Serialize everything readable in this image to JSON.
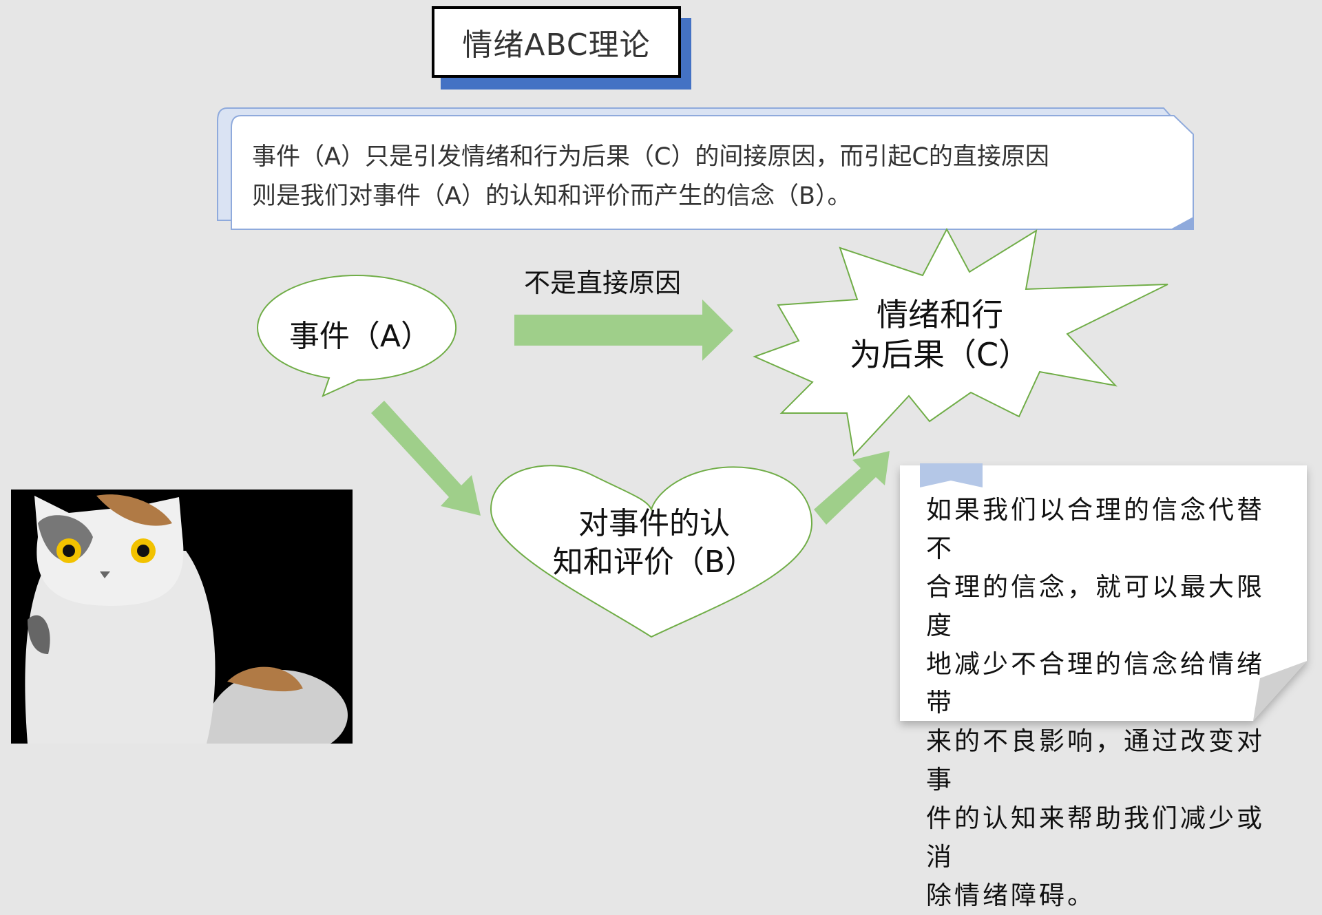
{
  "title": "情绪ABC理论",
  "callout": {
    "lines": [
      "事件（A）只是引发情绪和行为后果（C）的间接原因，而引起C的直接原因",
      "则是我们对事件（A）的认知和评价而产生的信念（B）。"
    ]
  },
  "diagram": {
    "event_label": "事件（A）",
    "arrow_label": "不是直接原因",
    "consequence_lines": [
      "情绪和行",
      "为后果（C）"
    ],
    "belief_lines": [
      "对事件的认",
      "知和评价（B）"
    ]
  },
  "note": {
    "lines": [
      "如果我们以合理的信念代替不",
      "合理的信念，就可以最大限度",
      "地减少不合理的信念给情绪带",
      "来的不良影响，通过改变对事",
      "件的认知来帮助我们减少或消",
      "除情绪障碍。"
    ]
  },
  "colors": {
    "accent": "#4472c4",
    "arrow": "#9fcf8a",
    "outline": "#70ad47",
    "callout_border": "#8faadc"
  }
}
